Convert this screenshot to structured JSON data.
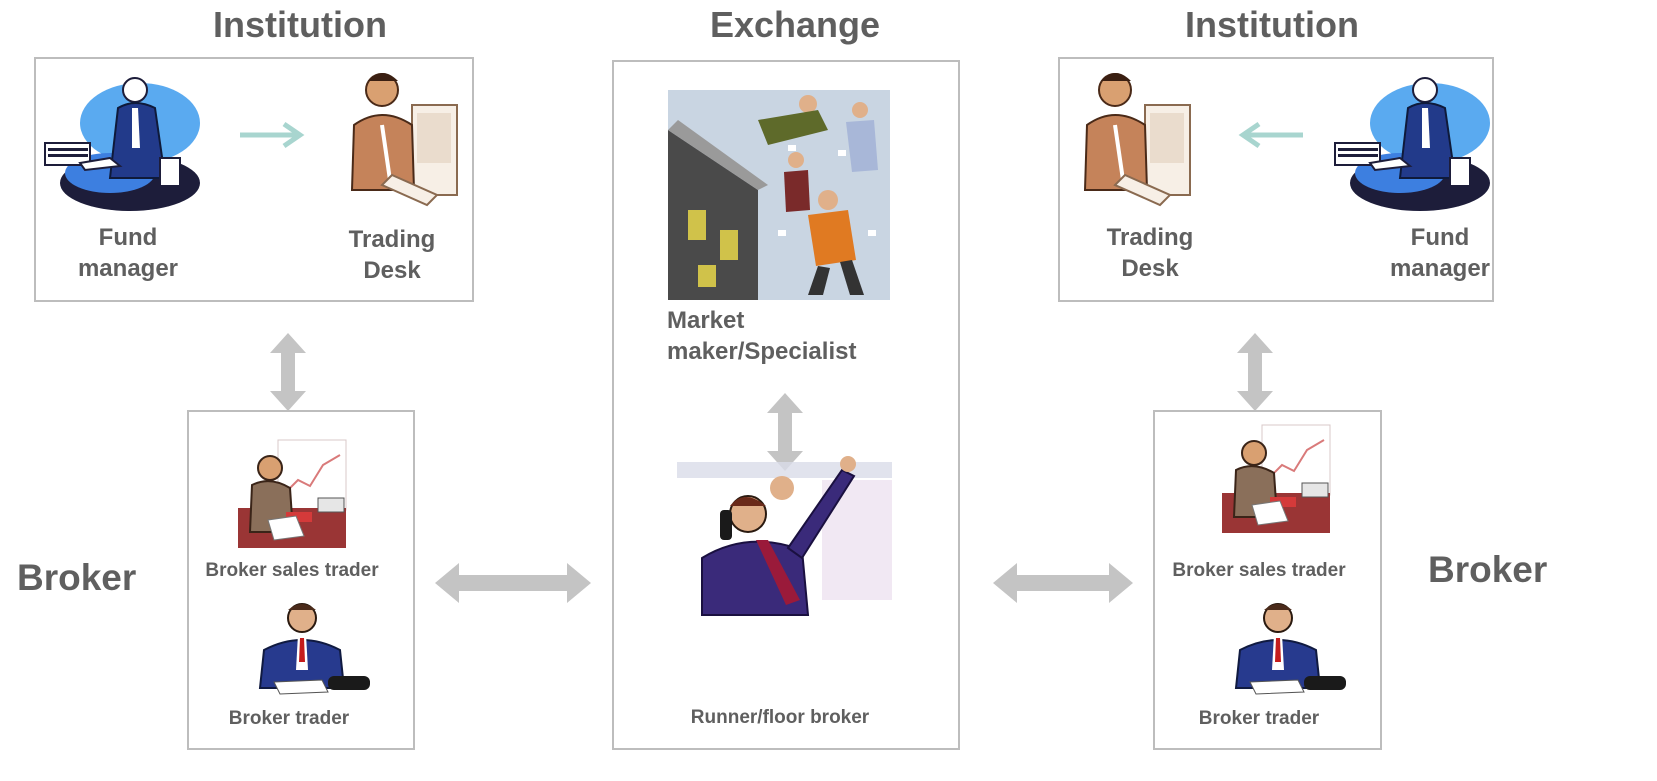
{
  "headings": {
    "left": "Institution",
    "center": "Exchange",
    "right": "Institution"
  },
  "side_labels": {
    "left": "Broker",
    "right": "Broker"
  },
  "left_institution": {
    "fund_manager_line1": "Fund",
    "fund_manager_line2": "manager",
    "trading_desk_line1": "Trading",
    "trading_desk_line2": "Desk"
  },
  "right_institution": {
    "trading_desk_line1": "Trading",
    "trading_desk_line2": "Desk",
    "fund_manager_line1": "Fund",
    "fund_manager_line2": "manager"
  },
  "exchange": {
    "market_maker_line1": "Market",
    "market_maker_line2": "maker/Specialist",
    "runner": "Runner/floor broker"
  },
  "left_broker": {
    "sales_trader": "Broker sales  trader",
    "trader": "Broker trader"
  },
  "right_broker": {
    "sales_trader": "Broker sales  trader",
    "trader": "Broker trader"
  },
  "colors": {
    "text": "#5f5f5f",
    "border": "#bdbdbd",
    "arrow_grey": "#c4c4c4",
    "arrow_teal": "#a8d5cf"
  },
  "icons": {
    "fund_manager": "fund-manager-clipart",
    "trading_desk": "trading-desk-clipart",
    "trading_floor": "trading-floor-clipart",
    "floor_broker": "floor-broker-clipart",
    "sales_trader": "sales-trader-clipart",
    "broker_trader": "broker-trader-clipart"
  }
}
